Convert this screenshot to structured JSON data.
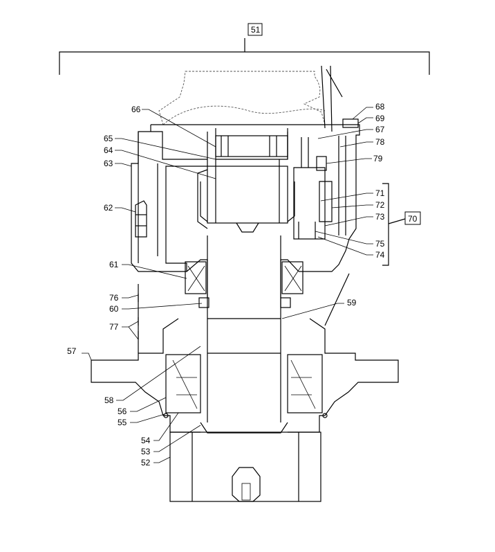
{
  "labels": {
    "l51": "51",
    "l52": "52",
    "l53": "53",
    "l54": "54",
    "l55": "55",
    "l56": "56",
    "l57": "57",
    "l58": "58",
    "l59": "59",
    "l60": "60",
    "l61": "61",
    "l62": "62",
    "l63": "63",
    "l64": "64",
    "l65": "65",
    "l66": "66",
    "l67": "67",
    "l68": "68",
    "l69": "69",
    "l70": "70",
    "l71": "71",
    "l72": "72",
    "l73": "73",
    "l74": "74",
    "l75": "75",
    "l76": "76",
    "l77": "77",
    "l78": "78",
    "l79": "79"
  }
}
